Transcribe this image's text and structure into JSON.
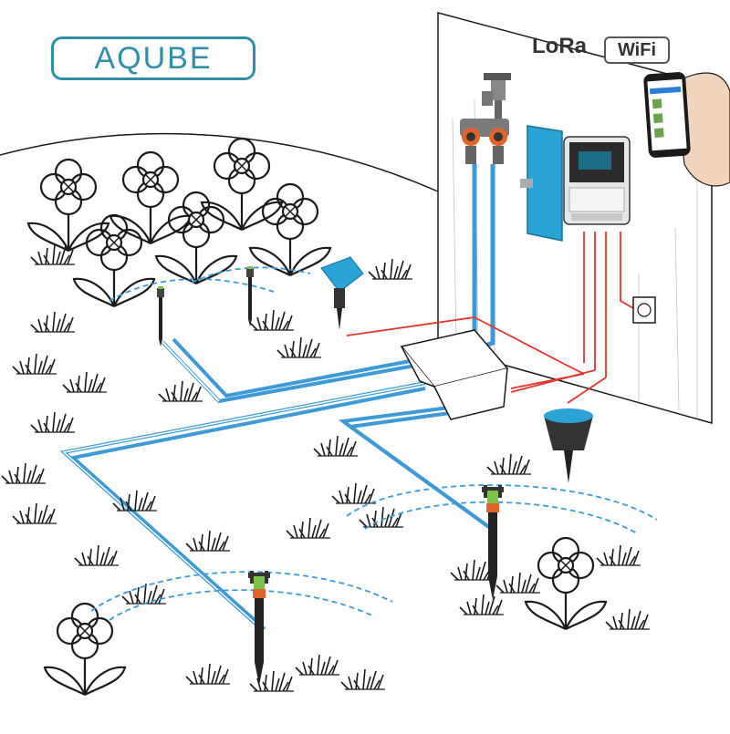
{
  "logo": {
    "text": "AQUBE"
  },
  "badges": {
    "lora": "LoRa",
    "wifi": "WiFi"
  },
  "colors": {
    "water_line": "#3d9ad6",
    "power_line": "#e0342c",
    "controller": "#2aa3d6",
    "ink": "#1a1a1a"
  },
  "icons": [
    "faucet-icon",
    "splitter-icon",
    "controller-icon",
    "phone-icon",
    "sensor-icon",
    "sprinkler-icon",
    "flower-icon",
    "grass-icon",
    "rain-gauge-icon",
    "outlet-icon",
    "junction-box-icon"
  ]
}
